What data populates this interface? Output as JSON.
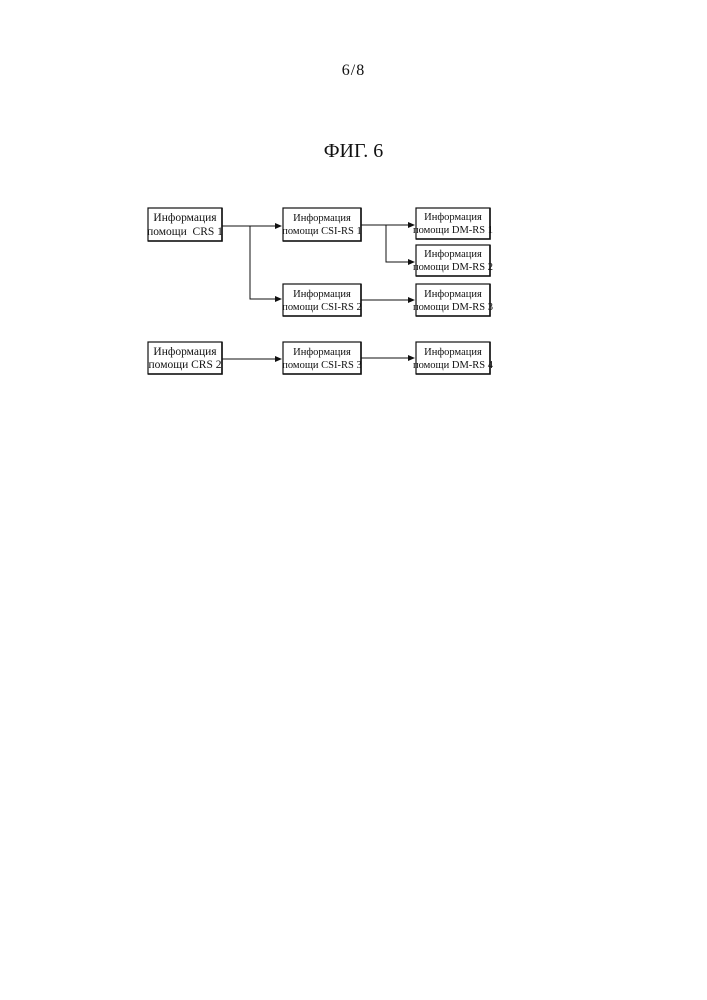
{
  "page": {
    "number": "6/8",
    "figure_title": "ФИГ. 6"
  },
  "diagram": {
    "nodes": [
      {
        "id": "crs1",
        "line1": "Информация",
        "line2": "помощи  CRS 1"
      },
      {
        "id": "csirs1",
        "line1": "Информация",
        "line2": "помощи CSI-RS 1"
      },
      {
        "id": "dmrs1",
        "line1": "Информация",
        "line2": "помощи DM-RS 1"
      },
      {
        "id": "dmrs2",
        "line1": "Информация",
        "line2": "помощи DM-RS 2"
      },
      {
        "id": "csirs2",
        "line1": "Информация",
        "line2": "помощи CSI-RS 2"
      },
      {
        "id": "dmrs3",
        "line1": "Информация",
        "line2": "помощи DM-RS 3"
      },
      {
        "id": "crs2",
        "line1": "Информация",
        "line2": "помощи CRS 2"
      },
      {
        "id": "csirs3",
        "line1": "Информация",
        "line2": "помощи CSI-RS 3"
      },
      {
        "id": "dmrs4",
        "line1": "Информация",
        "line2": "помощи DM-RS 4"
      }
    ],
    "edges": [
      {
        "from": "crs1",
        "to": "csirs1"
      },
      {
        "from": "crs1",
        "to": "csirs2"
      },
      {
        "from": "csirs1",
        "to": "dmrs1"
      },
      {
        "from": "csirs1",
        "to": "dmrs2"
      },
      {
        "from": "csirs2",
        "to": "dmrs3"
      },
      {
        "from": "crs2",
        "to": "csirs3"
      },
      {
        "from": "csirs3",
        "to": "dmrs4"
      }
    ]
  }
}
